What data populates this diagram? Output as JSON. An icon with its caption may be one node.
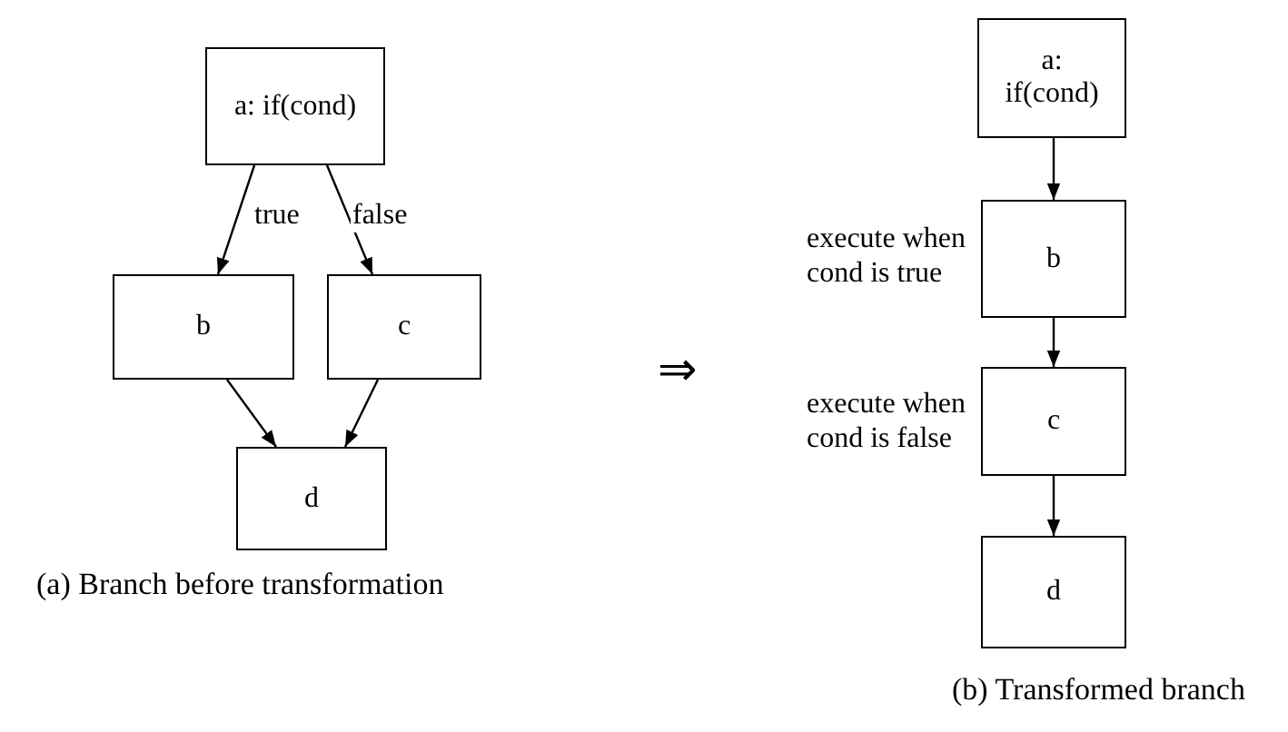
{
  "diagram": {
    "nodes": [
      {
        "text": [
          "a: if(cond)"
        ]
      },
      {
        "text": [
          "b"
        ]
      },
      {
        "text": [
          "c"
        ]
      },
      {
        "text": [
          "d"
        ]
      },
      {
        "text": [
          "a: if(cond)"
        ]
      },
      {
        "text": [
          "b"
        ],
        "beside": [
          "execute when cond is true"
        ]
      },
      {
        "text": [
          "c"
        ],
        "beside": [
          "execute when cond is false"
        ]
      },
      {
        "text": [
          "d"
        ]
      }
    ],
    "edges": [
      {
        "from": 0,
        "to": 1,
        "arrow": "to",
        "label": "true"
      },
      {
        "from": 0,
        "to": 2,
        "arrow": "to",
        "label": "false"
      },
      {
        "from": 1,
        "to": 3,
        "arrow": "to"
      },
      {
        "from": 2,
        "to": 3,
        "arrow": "to"
      },
      {
        "from": 4,
        "to": 5,
        "arrow": "to"
      },
      {
        "from": 5,
        "to": 6,
        "arrow": "to"
      },
      {
        "from": 6,
        "to": 7,
        "arrow": "to"
      }
    ],
    "labels": [
      "⇒",
      "(a) Branch before transformation",
      "(b) Transformed branch"
    ]
  }
}
